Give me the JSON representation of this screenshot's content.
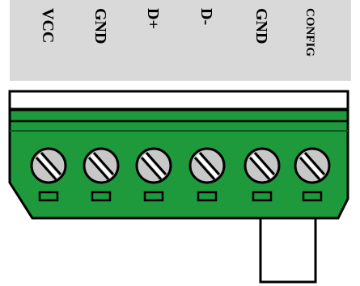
{
  "pins": [
    {
      "label": "VCC"
    },
    {
      "label": "GND"
    },
    {
      "label": "D+"
    },
    {
      "label": "D-"
    },
    {
      "label": "GND"
    },
    {
      "label": "CONFIG"
    }
  ],
  "colors": {
    "label_panel": "#d9d9d9",
    "block_green": "#1e9a3c",
    "block_dark_green": "#137a2c",
    "outline": "#000000",
    "screw_face": "#c8c8c8",
    "screw_slot": "#ffffff"
  }
}
